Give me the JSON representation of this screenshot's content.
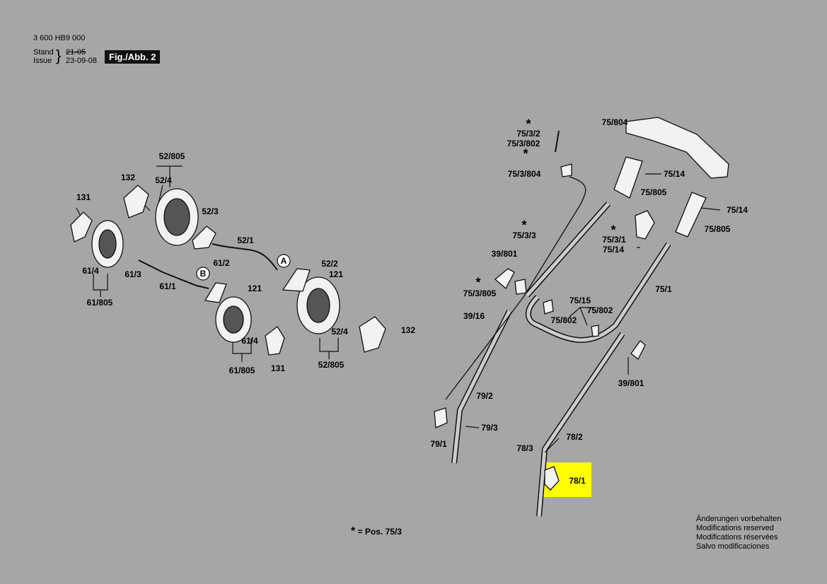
{
  "header": {
    "doc_number": "3 600 HB9 000",
    "stand_label": "Stand",
    "issue_label": "Issue",
    "stand_value": "21-05",
    "issue_value": "23-09-08",
    "fig_label": "Fig./Abb. 2"
  },
  "callouts": {
    "c_52_805_top": "52/805",
    "c_132_top": "132",
    "c_52_4_top": "52/4",
    "c_52_3": "52/3",
    "c_131_left": "131",
    "c_52_1": "52/1",
    "c_61_4_left": "61/4",
    "c_61_3": "61/3",
    "c_61_1": "61/1",
    "c_61_805_left": "61/805",
    "c_A": "A",
    "c_52_2": "52/2",
    "c_121_a": "121",
    "c_B": "B",
    "c_61_2": "61/2",
    "c_121_b": "121",
    "c_52_4_bottom": "52/4",
    "c_132_bottom": "132",
    "c_61_4_bottom": "61/4",
    "c_61_805_bottom": "61/805",
    "c_131_bottom": "131",
    "c_52_805_bottom": "52/805",
    "c_75_804": "75/804",
    "c_75_3_2": "75/3/2",
    "c_75_3_802": "75/3/802",
    "c_75_3_804": "75/3/804",
    "c_75_14_a": "75/14",
    "c_75_805_a": "75/805",
    "c_75_14_b": "75/14",
    "c_75_805_b": "75/805",
    "c_75_3_3": "75/3/3",
    "c_75_3_1": "75/3/1",
    "c_75_14_c": "75/14",
    "c_39_801_a": "39/801",
    "c_75_1": "75/1",
    "c_75_3_805": "75/3/805",
    "c_75_15": "75/15",
    "c_75_802_a": "75/802",
    "c_75_802_b": "75/802",
    "c_39_16": "39/16",
    "c_39_801_b": "39/801",
    "c_79_2": "79/2",
    "c_79_3": "79/3",
    "c_79_1": "79/1",
    "c_78_2": "78/2",
    "c_78_3": "78/3",
    "c_78_1": "78/1"
  },
  "legend": {
    "star": "*",
    "text": "= Pos.  75/3"
  },
  "notes": [
    "Änderungen vorbehalten",
    "Modifications reserved",
    "Modifications réservées",
    "Salvo modificaciones"
  ],
  "colors": {
    "background": "#a6a6a6",
    "highlight": "#ffff00",
    "part": "#f2f2f2",
    "line": "#111111"
  }
}
